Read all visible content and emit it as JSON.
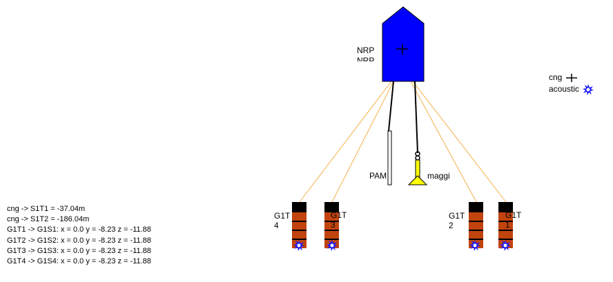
{
  "platform": {
    "label": "NRP",
    "label_clipped": "NRP",
    "fill_color": "#0000ff"
  },
  "instruments": {
    "pam": {
      "label": "PAM"
    },
    "maggi": {
      "label": "maggi",
      "color": "#ffff00"
    }
  },
  "tanks": [
    {
      "id": "G1T4",
      "label_top": "G1T",
      "label_bottom": "4"
    },
    {
      "id": "G1T3",
      "label_top": "G1T",
      "label_bottom": "3"
    },
    {
      "id": "G1T2",
      "label_top": "G1T",
      "label_bottom": "2"
    },
    {
      "id": "G1T1",
      "label_top": "G1T",
      "label_bottom": "1"
    }
  ],
  "legend": {
    "items": [
      {
        "label": "cng",
        "icon": "cross-marker-icon"
      },
      {
        "label": "acoustic",
        "icon": "acoustic-burst-icon"
      }
    ]
  },
  "readout": [
    "cng -> S1T1 = -37.04m",
    "cng -> S1T2 = -186.04m",
    "G1T1 -> G1S1: x = 0.0 y = -8.23 z = -11.88",
    "G1T2 -> G1S2: x = 0.0 y = -8.23 z = -11.88",
    "G1T3 -> G1S3: x = 0.0 y = -8.23 z = -11.88",
    "G1T4 -> G1S4: x = 0.0 y = -8.23 z = -11.88"
  ],
  "colors": {
    "tank_body": "#c1440e",
    "tank_cap": "#000000",
    "cable": "#f5b04a",
    "acoustic": "#1a1aff"
  }
}
